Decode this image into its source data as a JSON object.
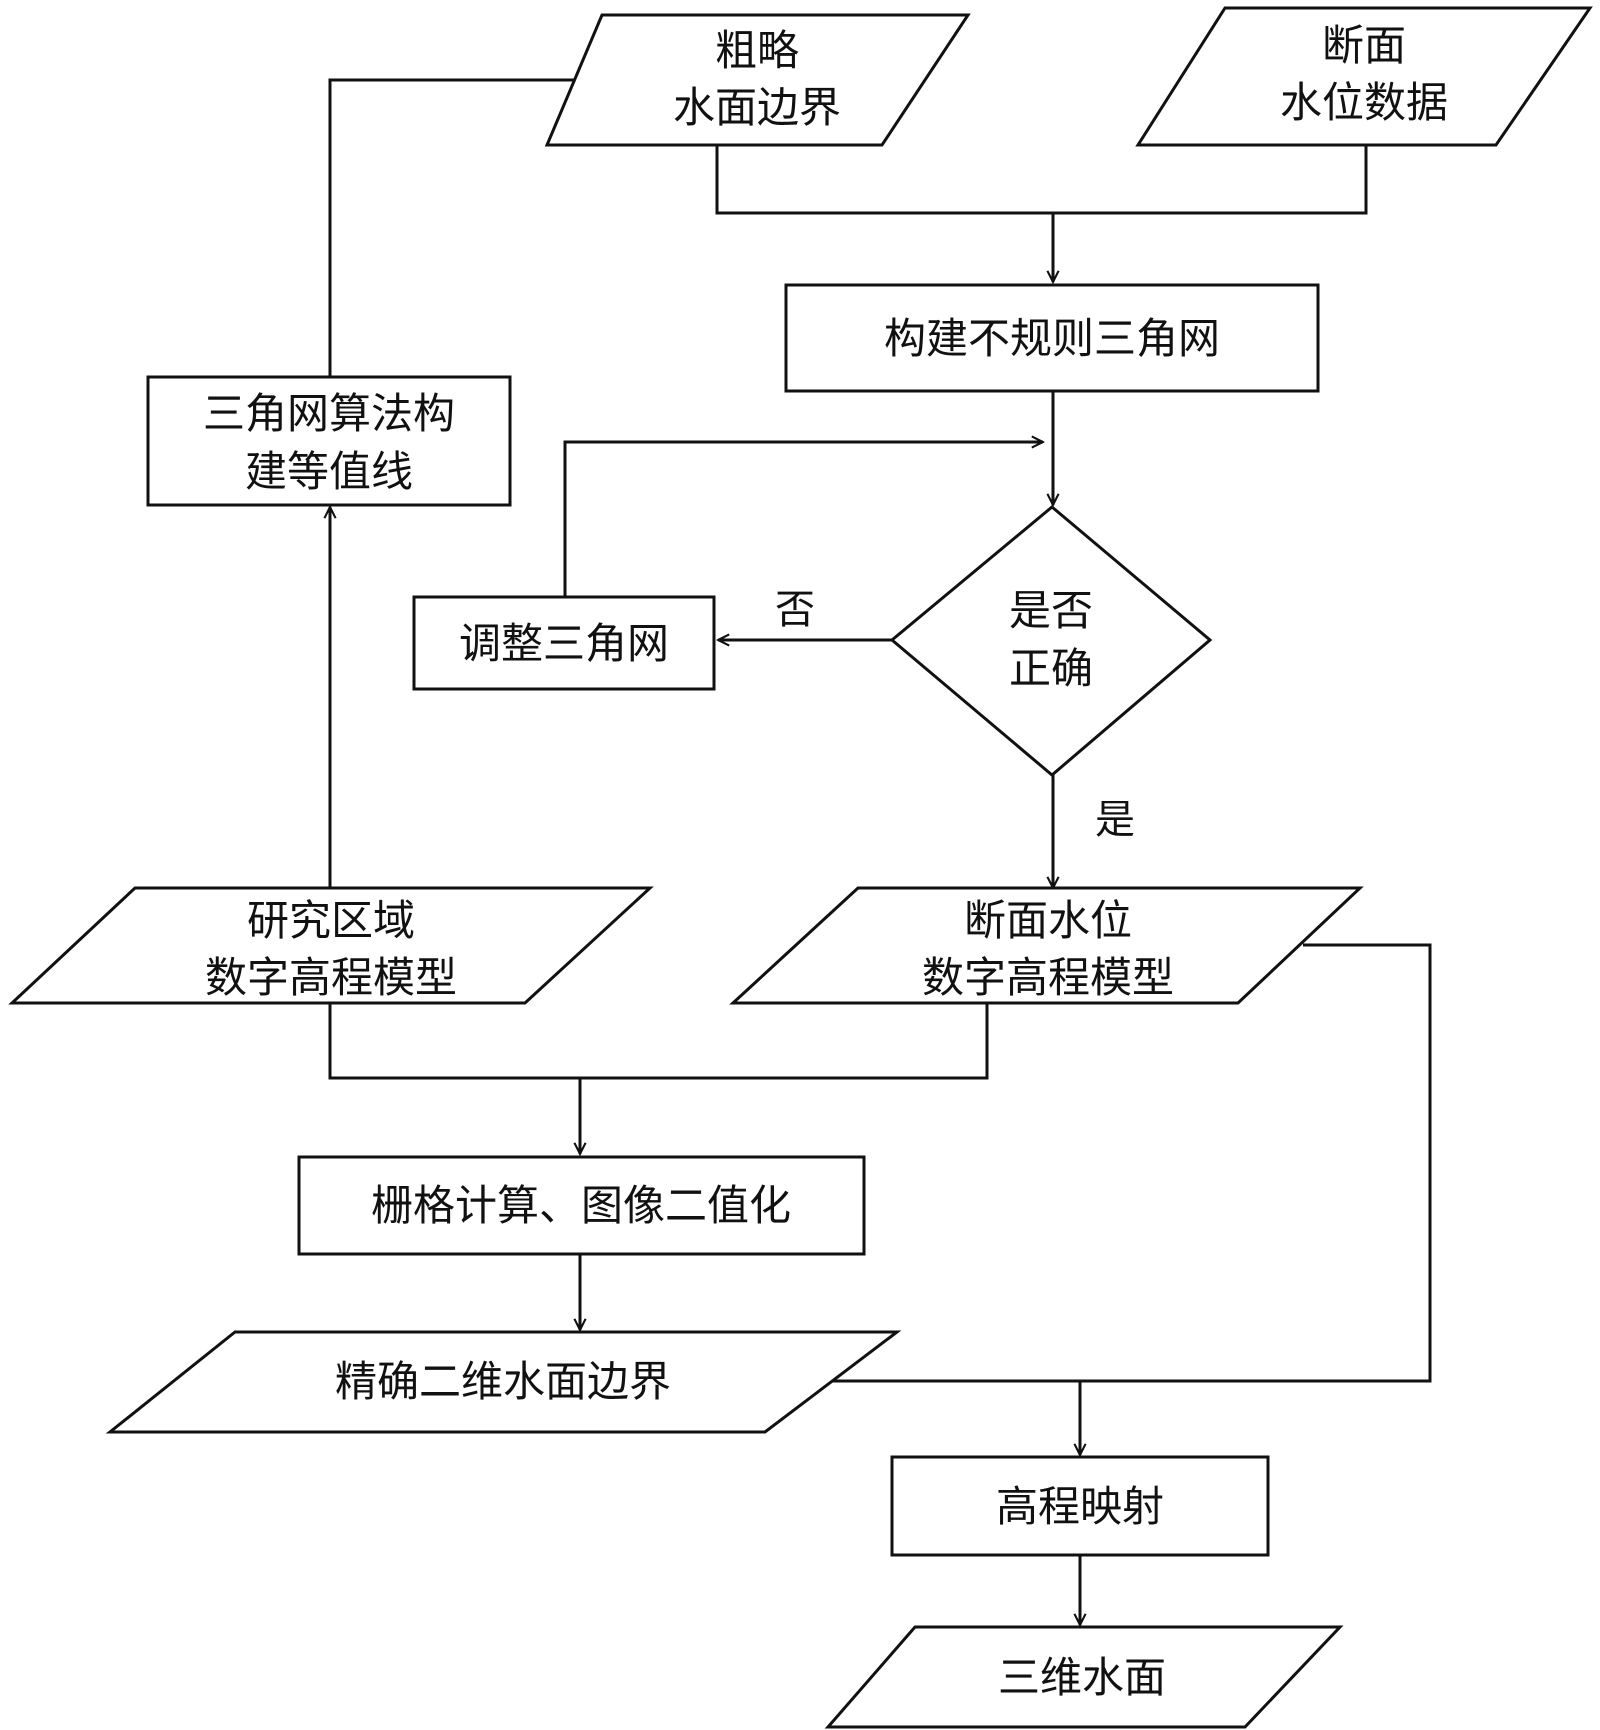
{
  "nodes": {
    "rough_boundary": {
      "line1": "粗略",
      "line2": "水面边界"
    },
    "section_stage": {
      "line1": "断面",
      "line2": "水位数据"
    },
    "build_tin": {
      "label": "构建不规则三角网"
    },
    "tin_contour": {
      "line1": "三角网算法构",
      "line2": "建等值线"
    },
    "adjust_tin": {
      "label": "调整三角网"
    },
    "is_correct": {
      "line1": "是否",
      "line2": "正确"
    },
    "study_dem": {
      "line1": "研究区域",
      "line2": "数字高程模型"
    },
    "stage_dem": {
      "line1": "断面水位",
      "line2": "数字高程模型"
    },
    "raster_calc": {
      "label": "栅格计算、图像二值化"
    },
    "precise_boundary": {
      "label": "精确二维水面边界"
    },
    "elevation_map": {
      "label": "高程映射"
    },
    "water_3d": {
      "label": "三维水面"
    }
  },
  "edges": {
    "no_label": "否",
    "yes_label": "是"
  }
}
